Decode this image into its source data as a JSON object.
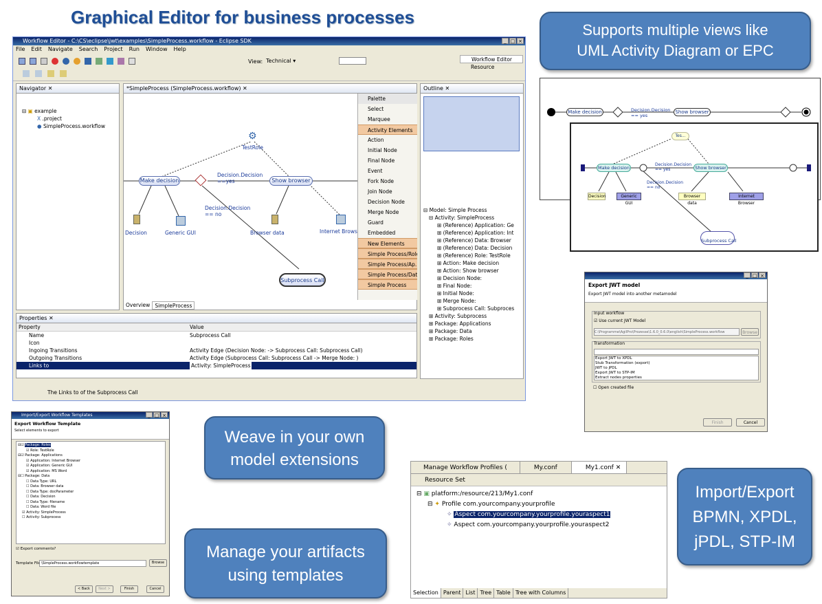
{
  "headline": "Graphical Editor for business processes",
  "callouts": {
    "views": [
      "Supports multiple views like",
      "UML Activity Diagram or EPC"
    ],
    "weave": [
      "Weave in your own",
      "model extensions"
    ],
    "manage": [
      "Manage your artifacts",
      "using templates"
    ],
    "import": [
      "Import/Export",
      "BPMN, XPDL,",
      "jPDL, STP-IM"
    ]
  },
  "eclipse": {
    "title": "Workflow Editor - C:\\CS\\eclipse\\jwt\\examples\\SimpleProcess.workflow - Eclipse SDK",
    "menu": [
      "File",
      "Edit",
      "Navigate",
      "Search",
      "Project",
      "Run",
      "Window",
      "Help"
    ],
    "view_label": "View:",
    "view_value": "Technical",
    "perspectives": [
      "Workflow Editor",
      "Resource"
    ],
    "navigator": {
      "tab": "Navigator",
      "items": [
        "example",
        ".project",
        "SimpleProcess.workflow"
      ]
    },
    "editor": {
      "tab": "*SimpleProcess (SimpleProcess.workflow)",
      "bottom_tabs": [
        "Overview",
        "SimpleProcess"
      ],
      "nodes": {
        "role": "TestRole",
        "make": "Make decision",
        "show": "Show browser",
        "call": "Subprocess Call",
        "decision": "Decision",
        "gui": "Generic GUI",
        "browser": "Browser data",
        "internet": "Internet Brows"
      },
      "guards": [
        "Decision.Decision",
        "==yes",
        "Decision.Decision",
        "== no"
      ]
    },
    "palette": {
      "title": "Palette",
      "tools": [
        "Select",
        "Marquee"
      ],
      "groups": [
        "Activity Elements",
        "New Elements",
        "Simple Process/Roles",
        "Simple Process/Ap...",
        "Simple Process/Data",
        "Simple Process"
      ],
      "activity_items": [
        "Action",
        "Initial Node",
        "Final Node",
        "Event",
        "Fork Node",
        "Join Node",
        "Decision Node",
        "Merge Node",
        "Guard",
        "Embedded"
      ]
    },
    "outline": {
      "tab": "Outline",
      "tree": [
        "Model: Simple Process",
        "Activity: SimpleProcess",
        "(Reference) Application: Ge",
        "(Reference) Application: Int",
        "(Reference) Data: Browser",
        "(Reference) Data: Decision",
        "(Reference) Role: TestRole",
        "Action: Make decision",
        "Action: Show browser",
        "Decision Node:",
        "Final Node:",
        "Initial Node:",
        "Merge Node:",
        "Subprocess Call: Subproces",
        "Activity: Subprocess",
        "Package: Applications",
        "Package: Data",
        "Package: Roles"
      ]
    },
    "properties": {
      "tab": "Properties",
      "headers": [
        "Property",
        "Value"
      ],
      "rows": [
        [
          "Name",
          "Subprocess Call"
        ],
        [
          "Icon",
          ""
        ],
        [
          "Ingoing Transitions",
          "Activity Edge (Decision Node: -> Subprocess Call: Subprocess Call)"
        ],
        [
          "Outgoing Transitions",
          "Activity Edge (Subprocess Call: Subprocess Call -> Merge Node: )"
        ],
        [
          "Links to",
          "Activity: SimpleProcess"
        ]
      ]
    },
    "status": "The Links to of the Subprocess Call"
  },
  "uml_view": {
    "nodes": [
      "Make decision",
      "Show browser"
    ],
    "guard": [
      "Decision.Decision",
      "== yes"
    ]
  },
  "epc_view": {
    "role": "Tes...",
    "nodes": [
      "Make decision",
      "Show browser",
      "Subprocess Call"
    ],
    "guards": [
      "Decision.Decision",
      "== yes",
      "Decision.Decision",
      "== no"
    ],
    "data": [
      "Decision",
      "Generic GUI",
      "Browser data",
      "Internet Browser"
    ]
  },
  "export_dialog": {
    "title": "Export JWT model",
    "subtitle": "Export JWT model into another metamodel",
    "input_group": "Input workflow",
    "use_current": "Use current JWT Model",
    "path": "C:\\Programme\\AgilPro\\Prozesse\\1.6.0_0.6.0\\english\\SimpleProcess.workflow",
    "browse": "Browse",
    "transformation_group": "Transformation",
    "transformations": [
      "Export JWT to XPDL",
      "Stub Transformation (export)",
      "JWT to jPDL",
      "Export JWT to STP-IM",
      "Extract nodes properties"
    ],
    "open_created": "Open created file",
    "finish": "Finish",
    "cancel": "Cancel"
  },
  "template_dialog": {
    "title": "Import/Export Workflow Templates",
    "heading": "Export Workflow Template",
    "subheading": "Select elements to export",
    "tree": [
      "Package: Roles",
      "Role: TestRole",
      "Package: Applications",
      "Application: Internet Browser",
      "Application: Generic GUI",
      "Application: MS Word",
      "Package: Data",
      "Data Type: URL",
      "Data: Browser data",
      "Data Type: docParameter",
      "Data: Decision",
      "Data Type: filename",
      "Data: Word file",
      "Activity: SimpleProcess",
      "Activity: Subprocess"
    ],
    "export_comments": "Export comments?",
    "template_file_label": "Template File:",
    "template_file_value": "\\SimpleProcess.workflowtemplate",
    "browse": "Browse",
    "buttons": [
      "< Back",
      "Next >",
      "Finish",
      "Cancel"
    ]
  },
  "profiles": {
    "tabs": [
      "Manage Workflow Profiles (",
      "My.conf",
      "My1.conf"
    ],
    "resource_set": "Resource Set",
    "tree": [
      "platform:/resource/213/My1.conf",
      "Profile com.yourcompany.yourprofile",
      "Aspect com.yourcompany.yourprofile.youraspect1",
      "Aspect com.yourcompany.yourprofile.youraspect2"
    ],
    "bottom_tabs": [
      "Selection",
      "Parent",
      "List",
      "Tree",
      "Table",
      "Tree with Columns"
    ]
  }
}
